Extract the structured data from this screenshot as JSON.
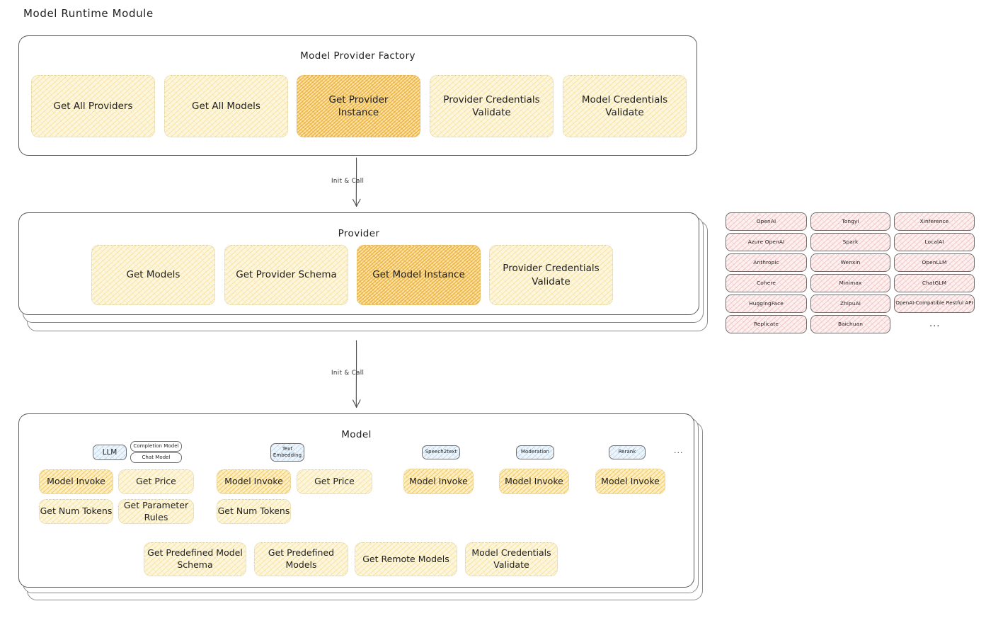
{
  "page": {
    "title": "Model Runtime Module"
  },
  "colors": {
    "accent_yellow": "#fdf6de",
    "accent_yellow_strong": "#fbe3ad",
    "accent_pink": "#fdf0f0",
    "accent_blue": "#eef6fc",
    "stroke": "#5a5a5a",
    "text": "#1e1e1e"
  },
  "factory": {
    "title": "Model Provider Factory",
    "cards": [
      {
        "label": "Get All Providers",
        "highlight": false
      },
      {
        "label": "Get All Models",
        "highlight": false
      },
      {
        "label": "Get Provider\nInstance",
        "highlight": true
      },
      {
        "label": "Provider Credentials\nValidate",
        "highlight": false
      },
      {
        "label": "Model Credentials\nValidate",
        "highlight": false
      }
    ]
  },
  "arrow1": {
    "label": "Init & Call"
  },
  "provider": {
    "title": "Provider",
    "cards": [
      {
        "label": "Get Models",
        "highlight": false
      },
      {
        "label": "Get Provider Schema",
        "highlight": false
      },
      {
        "label": "Get Model Instance",
        "highlight": true
      },
      {
        "label": "Provider Credentials\nValidate",
        "highlight": false
      }
    ]
  },
  "provider_list": {
    "columns": [
      [
        "OpenAI",
        "Azure OpenAI",
        "Anthropic",
        "Cohere",
        "HuggingFace",
        "Replicate"
      ],
      [
        "Tongyi",
        "Spark",
        "Wenxin",
        "Minimax",
        "ZhipuAI",
        "Baichuan"
      ],
      [
        "Xinference",
        "LocalAI",
        "OpenLLM",
        "ChatGLM",
        "OpenAI-Compatible Restful API"
      ]
    ],
    "more": "..."
  },
  "arrow2": {
    "label": "Init & Call"
  },
  "model": {
    "title": "Model",
    "more": "...",
    "types": [
      {
        "badge": "LLM",
        "badge_style": "blue",
        "sub_badges": [
          "Completion Model",
          "Chat Model"
        ],
        "methods": [
          {
            "label": "Model Invoke",
            "highlight": true
          },
          {
            "label": "Get Price",
            "highlight": false
          },
          {
            "label": "Get Num Tokens",
            "highlight": false
          },
          {
            "label": "Get Parameter\nRules",
            "highlight": false
          }
        ]
      },
      {
        "badge": "Text\nEmbedding",
        "badge_style": "blue",
        "sub_badges": [],
        "methods": [
          {
            "label": "Model Invoke",
            "highlight": true
          },
          {
            "label": "Get Price",
            "highlight": false
          },
          {
            "label": "Get Num Tokens",
            "highlight": false
          }
        ]
      },
      {
        "badge": "Speech2text",
        "badge_style": "blue",
        "sub_badges": [],
        "methods": [
          {
            "label": "Model Invoke",
            "highlight": true
          }
        ]
      },
      {
        "badge": "Moderation",
        "badge_style": "blue",
        "sub_badges": [],
        "methods": [
          {
            "label": "Model Invoke",
            "highlight": true
          }
        ]
      },
      {
        "badge": "Rerank",
        "badge_style": "blue",
        "sub_badges": [],
        "methods": [
          {
            "label": "Model Invoke",
            "highlight": true
          }
        ]
      }
    ],
    "common_methods": [
      "Get Predefined Model\nSchema",
      "Get Predefined\nModels",
      "Get Remote Models",
      "Model Credentials\nValidate"
    ]
  }
}
